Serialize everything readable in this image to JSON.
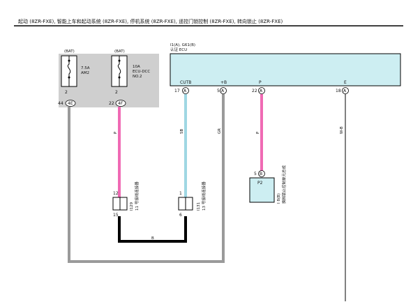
{
  "header": {
    "title": "起动 (8ZR-FXE), 智能上车和起动系统 (8ZR-FXE), 停机系统 (8ZR-FXE), 遥控门锁控制 (8ZR-FXE), 转向锁止 (8ZR-FXE)"
  },
  "fuses": [
    {
      "source": "(BAT)",
      "name_line1": "7.5A",
      "name_line2": "AM2",
      "name_line3": "",
      "pin": "2",
      "terminal": "4E",
      "terminal_num": "44"
    },
    {
      "source": "(BAT)",
      "name_line1": "10A",
      "name_line2": "ECU-DCC",
      "name_line3": "NO.2",
      "pin": "2",
      "terminal": "4F",
      "terminal_num": "22"
    }
  ],
  "ecu": {
    "code": "I1(A), G61(B)",
    "name": "认证 ECU",
    "pins": [
      {
        "label": "CUTB",
        "num": "17",
        "letter": "A"
      },
      {
        "label": "+B",
        "num": "5",
        "letter": "A"
      },
      {
        "label": "P",
        "num": "22",
        "letter": "A"
      },
      {
        "label": "E",
        "num": "18",
        "letter": "A"
      }
    ]
  },
  "wires": {
    "pink_1": "P",
    "lightblue": "SB",
    "gray": "GR",
    "pink_2": "P",
    "ground": "W-B",
    "black_bottom": "B"
  },
  "connectors": [
    {
      "pin_top": "12",
      "pin_bottom": "15",
      "code": "I129",
      "name": "11 号接线连接器"
    },
    {
      "pin_top": "1",
      "pin_bottom": "6",
      "code": "I131",
      "name": "13 号接线连接器"
    }
  ],
  "p2": {
    "label": "P2",
    "pin_num": "5",
    "pin_letter": "B",
    "code": "I 8(B)",
    "name": "换档锁止控制单元总成"
  },
  "colors": {
    "pink": "#f06ab4",
    "lightblue": "#9fd7e3",
    "gray": "#9a9a9a",
    "black": "#000000",
    "ecu_fill": "#cdeef2",
    "fuse_box_fill": "#cfcfcf"
  }
}
